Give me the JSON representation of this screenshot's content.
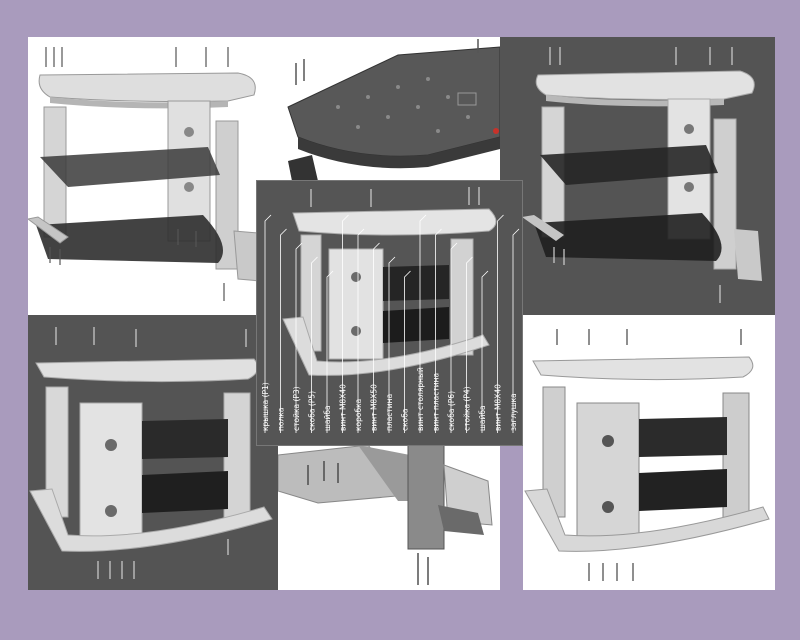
{
  "colors": {
    "background": "#a99bbd",
    "panel_white": "#ffffff",
    "panel_dark": "#545454",
    "part_light": "#d8d8d8",
    "part_shade": "#a9a9a9",
    "glass": "#2b2b2b",
    "callout_line": "#ffffff",
    "accent_red": "#c8322a"
  },
  "callouts": [
    "крышка (P1)",
    "полка",
    "стойка (P3)",
    "скоба (P5)",
    "шайба",
    "винт М8Х40",
    "коробка",
    "винт М8Х50",
    "пластина",
    "скоба",
    "винт столярный",
    "винт пластина",
    "скоба (P6)",
    "стойка (P4)",
    "шайба",
    "винт М8Х40",
    "заглушка"
  ]
}
